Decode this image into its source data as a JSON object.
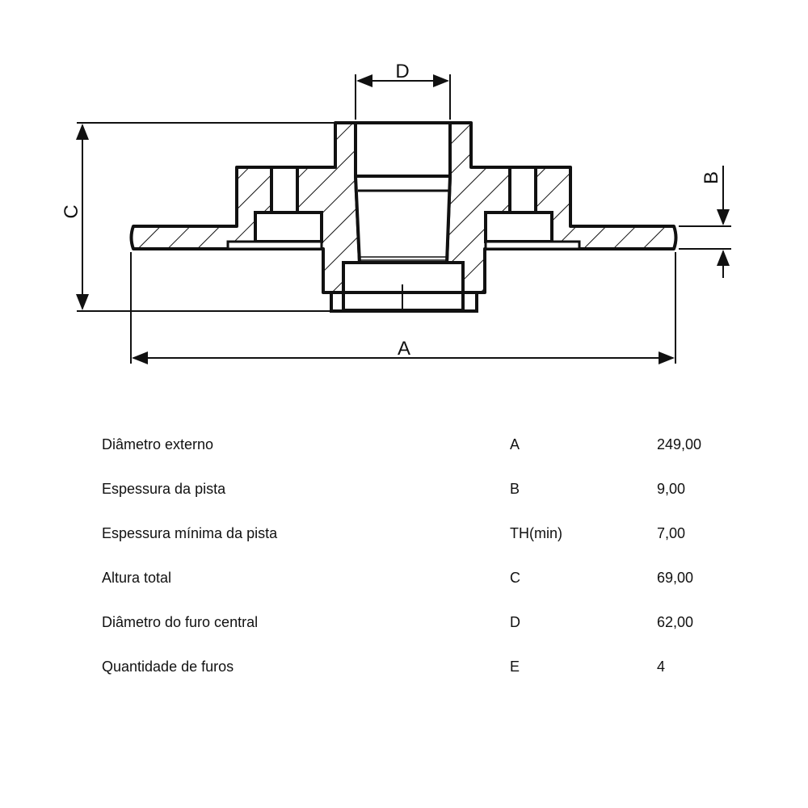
{
  "drawing": {
    "labels": {
      "A": "A",
      "B": "B",
      "C": "C",
      "D": "D"
    }
  },
  "specs": [
    {
      "name": "Diâmetro externo",
      "code": "A",
      "value": "249,00"
    },
    {
      "name": "Espessura da pista",
      "code": "B",
      "value": "9,00"
    },
    {
      "name": "Espessura mínima da pista",
      "code": "TH(min)",
      "value": "7,00"
    },
    {
      "name": "Altura total",
      "code": "C",
      "value": "69,00"
    },
    {
      "name": "Diâmetro do furo central",
      "code": "D",
      "value": "62,00"
    },
    {
      "name": "Quantidade de furos",
      "code": "E",
      "value": "4"
    }
  ]
}
